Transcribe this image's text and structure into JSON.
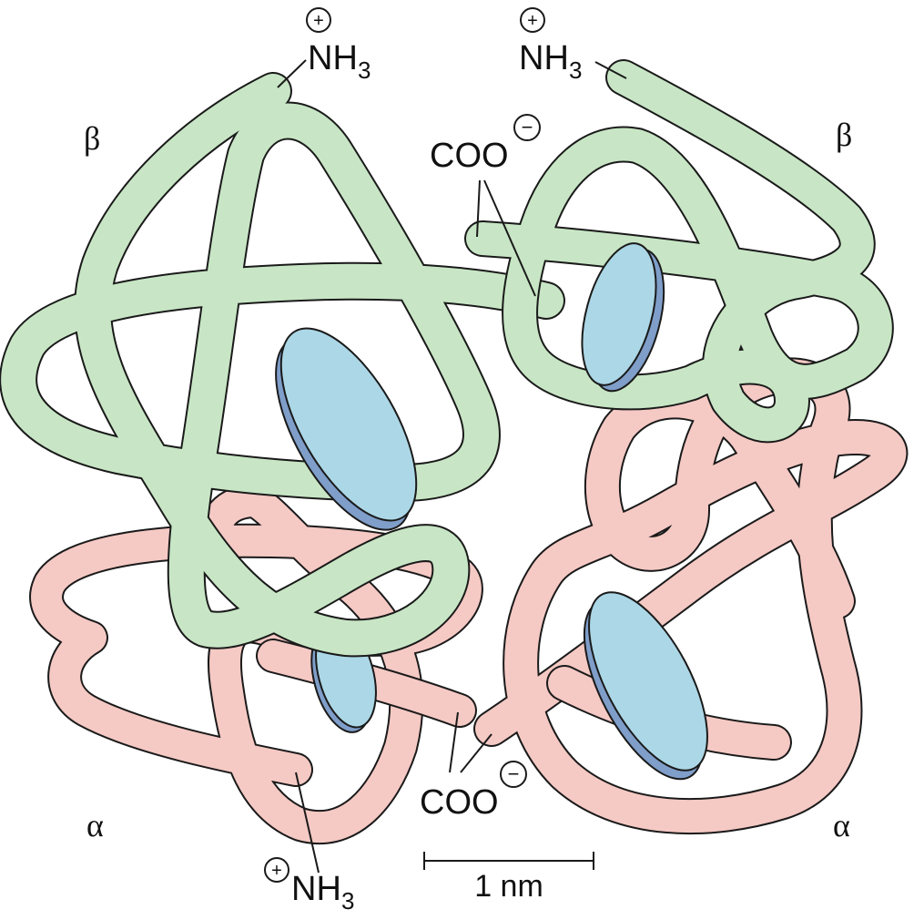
{
  "labels": {
    "beta_left": "β",
    "beta_right": "β",
    "alpha_left": "α",
    "alpha_right": "α",
    "nh3_top_left": "NH",
    "nh3_top_right": "NH",
    "nh3_bottom": "NH",
    "subscript": "3",
    "coo_top": "COO",
    "coo_bottom": "COO",
    "plus": "+",
    "minus": "−",
    "scale_bar": "1 nm"
  },
  "colors": {
    "beta_chain": "#c8e6c5",
    "alpha_chain": "#f5c9c4",
    "heme_face": "#acd7e6",
    "heme_edge": "#7f9ec9",
    "outline": "#1a1a1a"
  }
}
